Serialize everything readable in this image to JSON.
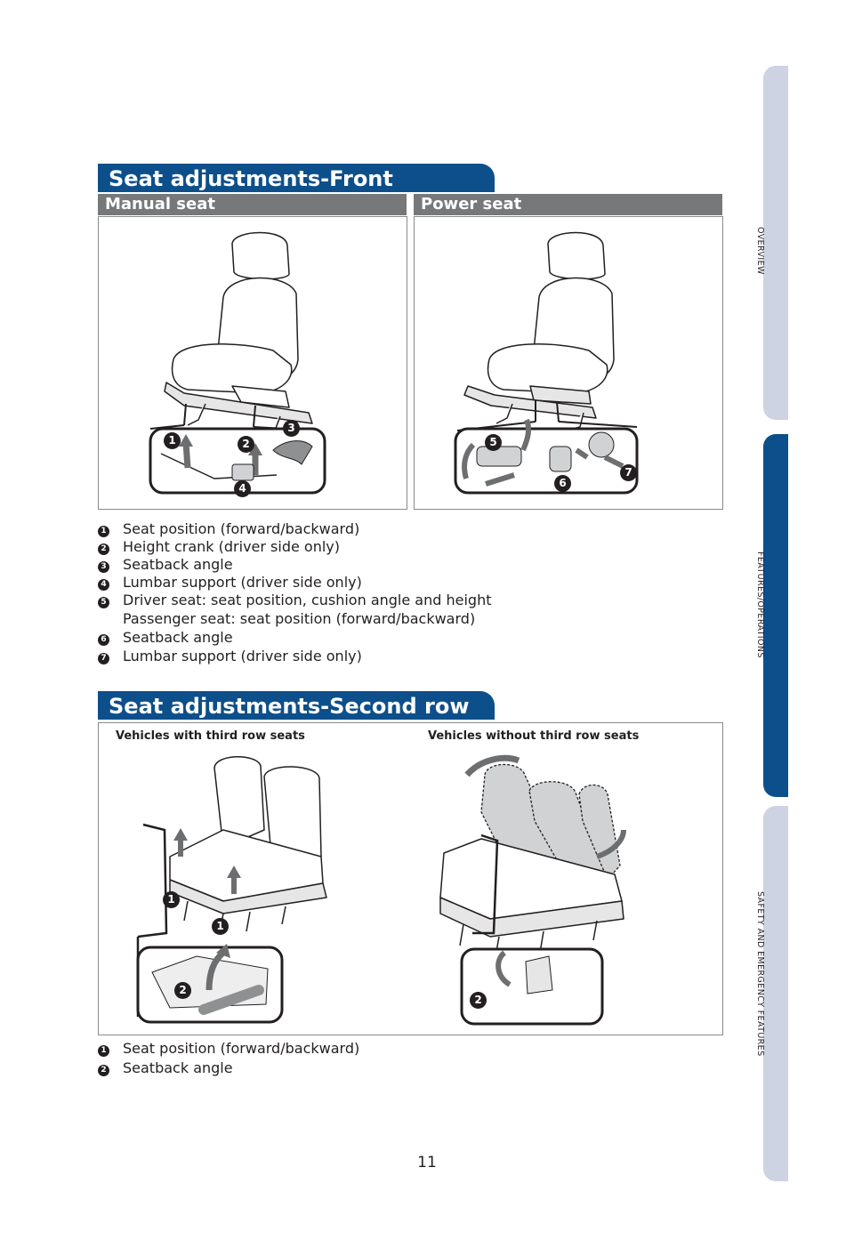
{
  "side_tabs": {
    "overview": "OVERVIEW",
    "features": "FEATURES/OPERATIONS",
    "safety": "SAFETY AND EMERGENCY FEATURES"
  },
  "front": {
    "title": "Seat adjustments-Front",
    "manual_title": "Manual seat",
    "power_title": "Power seat",
    "items": [
      {
        "num": "1",
        "text": "Seat position (forward/backward)"
      },
      {
        "num": "2",
        "text": "Height crank (driver side only)"
      },
      {
        "num": "3",
        "text": "Seatback angle"
      },
      {
        "num": "4",
        "text": "Lumbar support (driver side only)"
      },
      {
        "num": "5",
        "text": "Driver seat: seat position, cushion angle and height",
        "text2": "Passenger seat: seat position (forward/backward)"
      },
      {
        "num": "6",
        "text": "Seatback angle"
      },
      {
        "num": "7",
        "text": "Lumbar support (driver side only)"
      }
    ]
  },
  "second": {
    "title": "Seat adjustments-Second row seats",
    "left_label": "Vehicles with third row seats",
    "right_label": "Vehicles without third row seats",
    "items": [
      {
        "num": "1",
        "text": "Seat position (forward/backward)"
      },
      {
        "num": "2",
        "text": "Seatback angle"
      }
    ]
  },
  "page_number": "11",
  "colors": {
    "accent": "#0d4f8b",
    "tab_inactive": "#cdd3e3",
    "subheader": "#777879"
  }
}
